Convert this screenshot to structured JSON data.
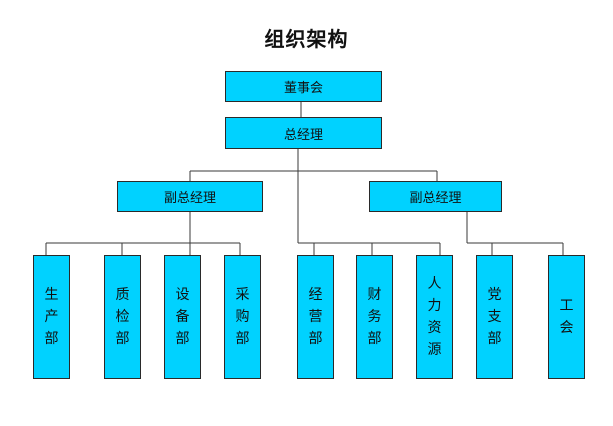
{
  "title": "组织架构",
  "colors": {
    "box_fill": "#00d2ff",
    "box_border": "#2a2a2a",
    "line": "#3a3a3a",
    "text": "#111111"
  },
  "nodes": {
    "board": "董事会",
    "gm": "总经理",
    "vp_left": "副总经理",
    "vp_right": "副总经理",
    "departments": [
      "生产部",
      "质检部",
      "设备部",
      "采购部",
      "经营部",
      "财务部",
      "人力资源",
      "党支部",
      "工会"
    ]
  }
}
